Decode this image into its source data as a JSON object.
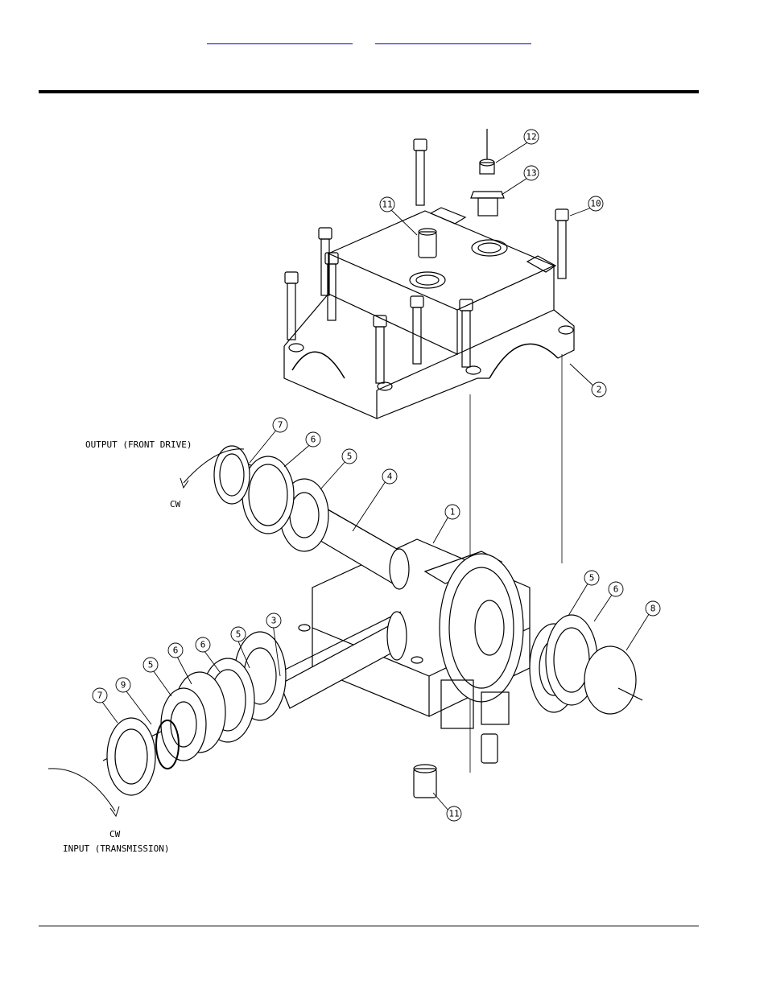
{
  "nav": {
    "link1": "",
    "link2": ""
  },
  "diagram": {
    "labels": {
      "output": "OUTPUT (FRONT DRIVE)",
      "output_rotation": "CW",
      "input_rotation": "CW",
      "input": "INPUT (TRANSMISSION)"
    },
    "callouts": [
      "12",
      "13",
      "11",
      "10",
      "2",
      "7",
      "6",
      "5",
      "4",
      "1",
      "5",
      "6",
      "8",
      "3",
      "5",
      "6",
      "6",
      "5",
      "9",
      "7",
      "11"
    ]
  },
  "colors": {
    "link": "#0000ee",
    "line": "#000000",
    "background": "#ffffff"
  }
}
